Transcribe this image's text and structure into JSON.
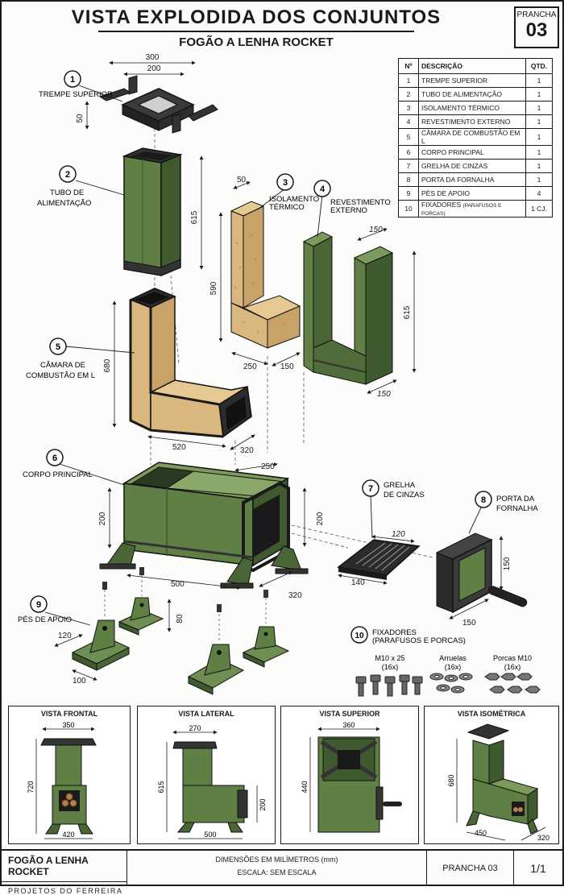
{
  "header": {
    "title": "VISTA EXPLODIDA DOS CONJUNTOS",
    "subtitle": "FOGÃO A LENHA ROCKET",
    "sheet_label": "PRANCHA",
    "sheet_number": "03"
  },
  "parts_table": {
    "headers": {
      "no": "Nº",
      "description": "DESCRIÇÃO",
      "qty": "QTD."
    },
    "rows": [
      {
        "no": "1",
        "description": "TREMPE SUPERIOR",
        "qty": "1"
      },
      {
        "no": "2",
        "description": "TUBO DE ALIMENTAÇÃO",
        "qty": "1"
      },
      {
        "no": "3",
        "description": "ISOLAMENTO TÉRMICO",
        "qty": "1"
      },
      {
        "no": "4",
        "description": "REVESTIMENTO EXTERNO",
        "qty": "1"
      },
      {
        "no": "5",
        "description": "CÂMARA DE COMBUSTÃO EM L",
        "qty": "1"
      },
      {
        "no": "6",
        "description": "CORPO PRINCIPAL",
        "qty": "1"
      },
      {
        "no": "7",
        "description": "GRELHA DE CINZAS",
        "qty": "1"
      },
      {
        "no": "8",
        "description": "PORTA DA FORNALHA",
        "qty": "1"
      },
      {
        "no": "9",
        "description": "PÉS DE APOIO",
        "qty": "4"
      },
      {
        "no": "10",
        "description": "FIXADORES",
        "description_small": "(PARAFUSOS E PORCAS)",
        "qty": "1 CJ."
      }
    ]
  },
  "callouts": {
    "c1": {
      "num": "1",
      "line1": "TREMPE SUPERIOR"
    },
    "c2": {
      "num": "2",
      "line1": "TUBO DE",
      "line2": "ALIMENTAÇÃO"
    },
    "c3": {
      "num": "3",
      "line1": "ISOLAMENTO",
      "line2": "TÉRMICO"
    },
    "c4": {
      "num": "4",
      "line1": "REVESTIMENTO",
      "line2": "EXTERNO"
    },
    "c5": {
      "num": "5",
      "line1": "CÂMARA DE",
      "line2": "COMBUSTÃO EM L"
    },
    "c6": {
      "num": "6",
      "line1": "CORPO PRINCIPAL"
    },
    "c7": {
      "num": "7",
      "line1": "GRELHA",
      "line2": "DE CINZAS"
    },
    "c8": {
      "num": "8",
      "line1": "PORTA DA",
      "line2": "FORNALHA"
    },
    "c9": {
      "num": "9",
      "line1": "PÉS DE APOIO"
    },
    "c10": {
      "num": "10",
      "line1": "FIXADORES",
      "line2": "(PARAFUSOS E PORCAS)"
    }
  },
  "dimensions": {
    "trempe_outer": "300",
    "trempe_inner": "200",
    "trempe_height": "50",
    "feed_tube_height": "615",
    "insulation_thickness": "50",
    "insulation_height": "590",
    "insulation_length": "250",
    "insulation_depth": "150",
    "cladding_width": "150",
    "cladding_height": "615",
    "cladding_depth": "150",
    "chamber_height": "680",
    "chamber_length": "520",
    "chamber_depth": "320",
    "body_top": "250",
    "body_height_left": "200",
    "body_height_right": "200",
    "body_length": "500",
    "body_depth": "320",
    "grate_width": "120",
    "grate_length": "140",
    "door_height": "150",
    "door_width": "150",
    "foot_depth": "120",
    "foot_width": "100",
    "foot_height": "80"
  },
  "fasteners": {
    "bolts": {
      "label": "M10 x 25",
      "qty": "(16x)"
    },
    "washers": {
      "label": "Arruelas",
      "qty": "(16x)"
    },
    "nuts": {
      "label": "Porcas M10",
      "qty": "(16x)"
    }
  },
  "views": {
    "front": {
      "title": "VISTA FRONTAL",
      "top": "350",
      "height": "720",
      "bottom": "420"
    },
    "side": {
      "title": "VISTA LATERAL",
      "top": "270",
      "height": "615",
      "right": "200",
      "bottom": "500"
    },
    "top": {
      "title": "VISTA SUPERIOR",
      "top": "360",
      "height": "440"
    },
    "iso": {
      "title": "VISTA ISOMÉTRICA",
      "height": "680",
      "bottom": "450",
      "right": "320"
    }
  },
  "footer": {
    "project": "FOGÃO A LENHA ROCKET",
    "author": "PROJETOS DO FERREIRA",
    "units": "DIMENSÕES EM MILÍMETROS (mm)",
    "scale": "ESCALA: SEM ESCALA",
    "sheet": "PRANCHA 03",
    "page": "1/1"
  },
  "colors": {
    "green": "#5f7f45",
    "green_dark": "#3f5a2e",
    "green_light": "#7c9a5c",
    "steel": "#2b2b2b",
    "insulation": "#d9b77e",
    "line": "#1a1a1a"
  }
}
